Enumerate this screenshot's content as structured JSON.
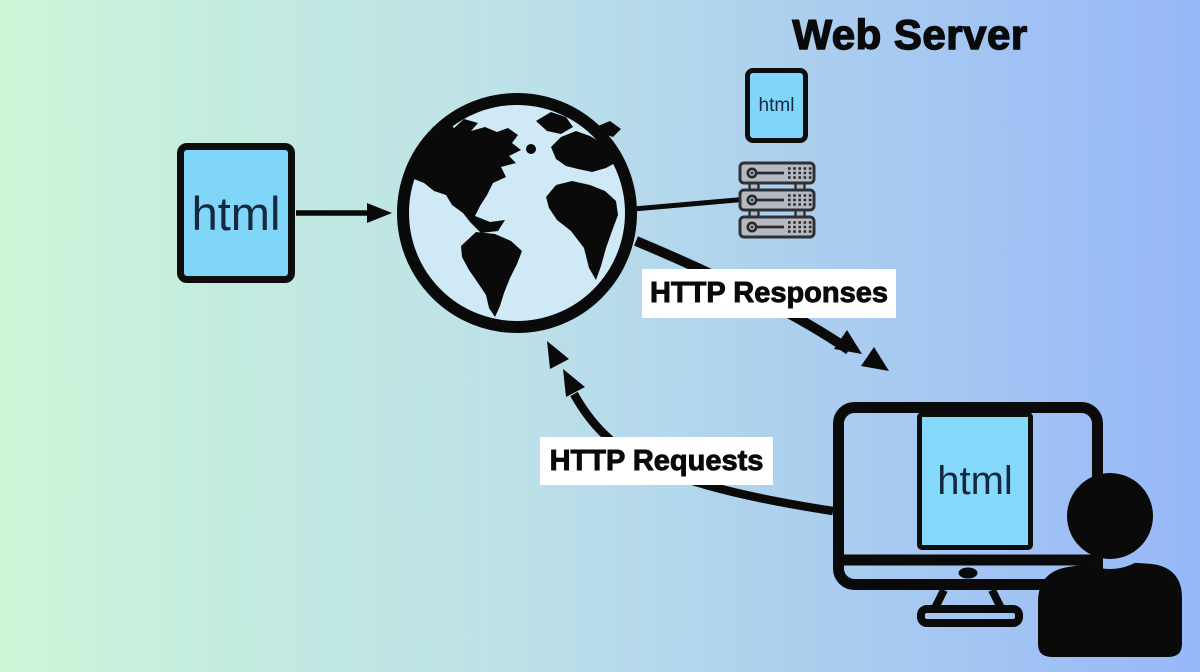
{
  "header": {
    "title": "Web Server"
  },
  "files": {
    "source_label": "html",
    "server_label": "html",
    "browser_label": "html"
  },
  "arrows": {
    "responses_label": "HTTP Responses",
    "requests_label": "HTTP Requests"
  },
  "icons": {
    "globe": "globe-internet-icon",
    "server_rack": "server-rack-icon",
    "monitor": "computer-monitor-icon",
    "user": "person-silhouette-icon"
  },
  "colors": {
    "background_left": "#cdf6d8",
    "background_middle": "#bde2e8",
    "background_right": "#97b8f8",
    "html_file_fill": "#7fd6f9",
    "globe_fill": "#cfeaf6",
    "ink": "#0a0a0a",
    "server_fill": "#b6bac0",
    "server_stroke": "#2e3238",
    "label_background": "#ffffff",
    "html_text": "#15283f"
  }
}
